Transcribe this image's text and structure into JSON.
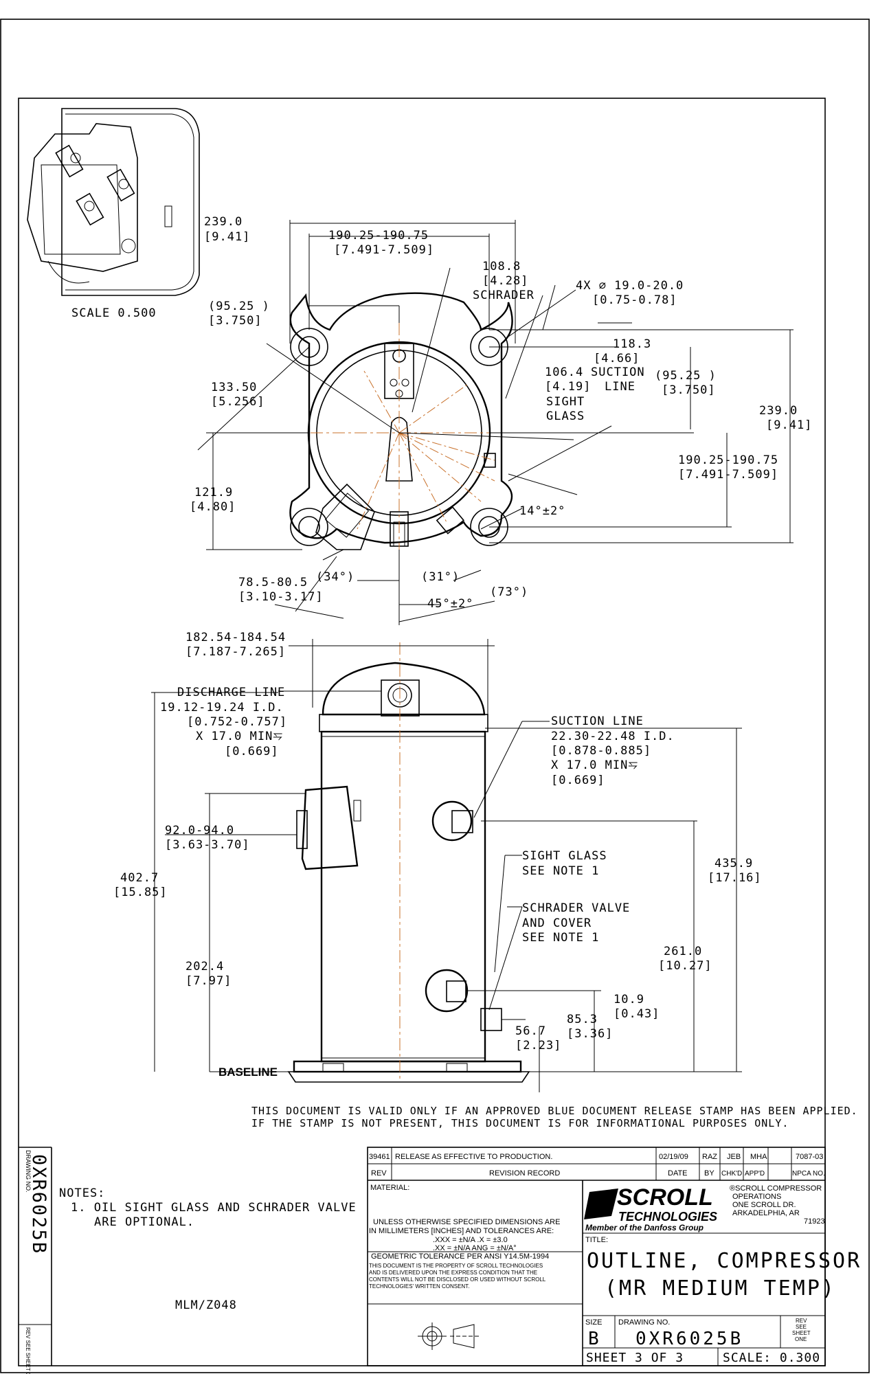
{
  "top_view": {
    "scale_label": "SCALE  0.500",
    "dims": {
      "d239a": "239.0",
      "d239a_in": "[9.41]",
      "d190a": "190.25-190.75",
      "d190a_in": "[7.491-7.509]",
      "d108": "108.8",
      "d108_in": "[4.28]",
      "schrader": "SCHRADER",
      "holes": "4X ⌀ 19.0-20.0",
      "holes_in": "[0.75-0.78]",
      "d95a": "(95.25   )",
      "d95a_in": "[3.750]",
      "d118": "118.3",
      "d118_in": "[4.66]",
      "d106": "106.4",
      "d106_in": "[4.19]",
      "suction": "SUCTION",
      "line": "LINE",
      "sight": "SIGHT",
      "glass": "GLASS",
      "d95b": "(95.25   )",
      "d95b_in": "[3.750]",
      "d133": "133.50",
      "d133_in": "[5.256]",
      "d239b": "239.0",
      "d239b_in": "[9.41]",
      "d190b": "190.25-190.75",
      "d190b_in": "[7.491-7.509]",
      "d121": "121.9",
      "d121_in": "[4.80]",
      "ang14": "14°±2°",
      "d78": "78.5-80.5",
      "d78_in": "[3.10-3.17]",
      "ang34": "(34°)",
      "ang31": "(31°)",
      "ang45": "45°±2°",
      "ang73": "(73°)"
    }
  },
  "side_view": {
    "d182": "182.54-184.54",
    "d182_in": "[7.187-7.265]",
    "discharge": [
      "DISCHARGE LINE",
      "19.12-19.24 I.D.",
      "[0.752-0.757]",
      "X 17.0 MIN⥧",
      "[0.669]"
    ],
    "suction": [
      "SUCTION LINE",
      "22.30-22.48 I.D.",
      "[0.878-0.885]",
      "X 17.0 MIN⥧",
      "[0.669]"
    ],
    "d92": "92.0-94.0",
    "d92_in": "[3.63-3.70]",
    "sight_glass": [
      "SIGHT GLASS",
      "SEE NOTE 1"
    ],
    "d402": "402.7",
    "d402_in": "[15.85]",
    "d435": "435.9",
    "d435_in": "[17.16]",
    "schrader": [
      "SCHRADER VALVE",
      "AND COVER",
      "SEE NOTE 1"
    ],
    "d261": "261.0",
    "d261_in": "[10.27]",
    "d202": "202.4",
    "d202_in": "[7.97]",
    "d10": "10.9",
    "d10_in": "[0.43]",
    "d85": "85.3",
    "d85_in": "[3.36]",
    "d56": "56.7",
    "d56_in": "[2.23]",
    "baseline": "BASELINE"
  },
  "disclaimer": [
    "THIS DOCUMENT IS VALID ONLY IF AN APPROVED BLUE DOCUMENT RELEASE STAMP HAS BEEN APPLIED.",
    "IF THE STAMP IS NOT PRESENT, THIS DOCUMENT IS FOR INFORMATIONAL PURPOSES ONLY."
  ],
  "notes": {
    "heading": "NOTES:",
    "line1": "1. OIL SIGHT GLASS AND SCHRADER VALVE",
    "line2": "ARE OPTIONAL.",
    "ref": "MLM/Z048"
  },
  "side_strip": {
    "drawing_no_label": "DRAWING NO.",
    "drawing_no": "0XR6025B",
    "rev_label": "REV SEE SHEET ONE"
  },
  "revision": {
    "number": "39461",
    "description": "RELEASE AS EFFECTIVE TO PRODUCTION.",
    "date": "02/19/09",
    "by": "RAZ",
    "chkd": "JEB",
    "appd": "MHA",
    "npca": "7087-03",
    "headers": [
      "REV",
      "REVISION RECORD",
      "DATE",
      "BY",
      "CHK'D",
      "APP'D",
      "NPCA NO."
    ]
  },
  "title_block": {
    "material": "MATERIAL:",
    "tolerance": [
      "UNLESS OTHERWISE SPECIFIED DIMENSIONS ARE",
      "IN MILLIMETERS [INCHES] AND TOLERANCES ARE:",
      ".XXX = ±N/A    .X = ±3.0",
      ".XX = ±N/A   ANG = ±N/A°",
      "GEOMETRIC TOLERANCE PER ANSI Y14.5M-1994"
    ],
    "property": [
      "THIS DOCUMENT IS THE PROPERTY OF SCROLL TECHNOLOGIES",
      "AND IS DELIVERED UPON THE EXPRESS CONDITION THAT THE",
      "CONTENTS WILL NOT BE DISCLOSED OR USED WITHOUT SCROLL",
      "TECHNOLOGIES' WRITTEN CONSENT."
    ],
    "logo_text": "SCROLL",
    "logo_sub": "TECHNOLOGIES",
    "member": "Member of the Danfoss Group",
    "company": [
      "®SCROLL COMPRESSOR",
      "OPERATIONS",
      "ONE SCROLL DR.",
      "ARKADELPHIA, AR",
      "71923"
    ],
    "title_label": "TITLE:",
    "title_line1": "OUTLINE, COMPRESSOR",
    "title_line2": "(MR MEDIUM TEMP)",
    "size_label": "SIZE",
    "size": "B",
    "dwg_label": "DRAWING NO.",
    "dwg": "0XR6025B",
    "rev_label": [
      "REV",
      "SEE",
      "SHEET",
      "ONE"
    ],
    "sheet": "SHEET 3 OF 3",
    "scale": "SCALE: 0.300"
  }
}
